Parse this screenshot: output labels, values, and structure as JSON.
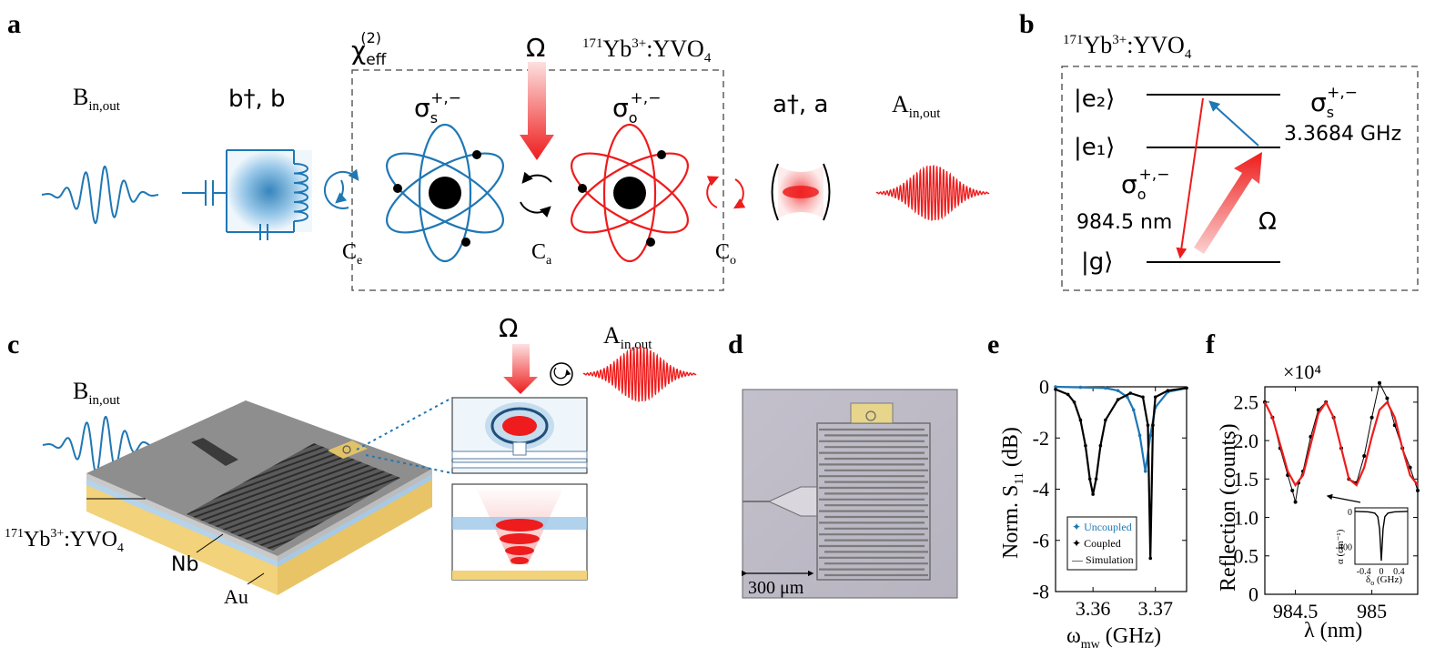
{
  "colors": {
    "blue": "#1f77b4",
    "red": "#ee1c1c",
    "black": "#000000",
    "gold": "#f3d27a",
    "gray_chip": "#8e8e8e"
  },
  "panel_labels": {
    "a": "a",
    "b": "b",
    "c": "c",
    "d": "d",
    "e": "e",
    "f": "f"
  },
  "panel_a": {
    "b_in_out": {
      "main": "B",
      "sub": "in,out"
    },
    "b_dagger": "b†, b",
    "chi": {
      "main": "χ",
      "sub": "eff",
      "sup": "(2)"
    },
    "omega": "Ω",
    "material": {
      "sup": "171",
      "base1": "Yb",
      "sup2": "3+",
      "base2": ":YVO",
      "sub": "4"
    },
    "sigma_s": {
      "main": "σ",
      "sub": "s",
      "sup": "+,−"
    },
    "sigma_o": {
      "main": "σ",
      "sub": "o",
      "sup": "+,−"
    },
    "a_dagger": "a†, a",
    "a_in_out": {
      "main": "A",
      "sub": "in,out"
    },
    "c_e": {
      "main": "C",
      "sub": "e"
    },
    "c_a": {
      "main": "C",
      "sub": "a"
    },
    "c_o": {
      "main": "C",
      "sub": "o"
    }
  },
  "panel_b": {
    "material": {
      "sup": "171",
      "base1": "Yb",
      "sup2": "3+",
      "base2": ":YVO",
      "sub": "4"
    },
    "e2": "|e₂⟩",
    "e1": "|e₁⟩",
    "g": "|g⟩",
    "sigma_s": {
      "main": "σ",
      "sub": "s",
      "sup": "+,−"
    },
    "freq": "3.3684 GHz",
    "sigma_o": {
      "main": "σ",
      "sub": "o",
      "sup": "+,−"
    },
    "wavelength": "984.5 nm",
    "omega": "Ω"
  },
  "panel_c": {
    "omega": "Ω",
    "a_in_out": {
      "main": "A",
      "sub": "in,out"
    },
    "b_in_out": {
      "main": "B",
      "sub": "in,out"
    },
    "material": {
      "sup": "171",
      "base1": "Yb",
      "sup2": "3+",
      "base2": ":YVO",
      "sub": "4"
    },
    "nb": "Nb",
    "au": "Au"
  },
  "panel_d": {
    "scale": "300 μm"
  },
  "panel_e": {
    "ylabel": {
      "main": "Norm. S",
      "sub": "11",
      "tail": " (dB)"
    },
    "xlabel": {
      "main": "ω",
      "sub": "mw",
      "tail": " (GHz)"
    },
    "legend": [
      "Uncoupled",
      "Coupled",
      "Simulation"
    ]
  },
  "panel_f": {
    "ylabel": "Reflection (counts)",
    "xlabel": "λ (nm)",
    "multiplier": "×10⁴",
    "inset": {
      "ylabel": "α (cm⁻¹)",
      "xlabel": {
        "main": "δ",
        "sub": "o",
        "tail": " (GHz)"
      },
      "yticks": [
        "0",
        "-400"
      ],
      "xticks": [
        "-0.4",
        "0",
        "0.4"
      ]
    }
  },
  "chart_data": [
    {
      "type": "line",
      "panel": "e",
      "xlim": [
        3.354,
        3.375
      ],
      "ylim": [
        -8,
        0
      ],
      "xticks": [
        "3.36",
        "3.37"
      ],
      "yticks": [
        "0",
        "-2",
        "-4",
        "-6",
        "-8"
      ],
      "series": [
        {
          "name": "Uncoupled",
          "x": [
            3.354,
            3.358,
            3.362,
            3.364,
            3.3655,
            3.3665,
            3.3675,
            3.3684,
            3.3692,
            3.37,
            3.372,
            3.375
          ],
          "values": [
            0,
            -0.02,
            -0.05,
            -0.15,
            -0.4,
            -0.9,
            -1.9,
            -3.3,
            -1.9,
            -0.8,
            -0.2,
            -0.05
          ]
        },
        {
          "name": "Coupled",
          "x": [
            3.354,
            3.356,
            3.357,
            3.358,
            3.3588,
            3.3595,
            3.36,
            3.3605,
            3.3612,
            3.362,
            3.364,
            3.366,
            3.368,
            3.3688,
            3.3692,
            3.3696,
            3.37,
            3.372,
            3.375
          ],
          "values": [
            -0.1,
            -0.3,
            -0.6,
            -1.3,
            -2.3,
            -3.6,
            -4.2,
            -3.6,
            -2.3,
            -1.3,
            -0.5,
            -0.25,
            -0.4,
            -1.5,
            -6.7,
            -1.5,
            -0.4,
            -0.15,
            -0.05
          ]
        },
        {
          "name": "Simulation",
          "x": [
            3.354,
            3.356,
            3.357,
            3.358,
            3.3588,
            3.3595,
            3.36,
            3.3605,
            3.3612,
            3.362,
            3.364,
            3.366,
            3.368,
            3.3688,
            3.3692,
            3.3696,
            3.37,
            3.372,
            3.375
          ],
          "values": [
            -0.1,
            -0.3,
            -0.6,
            -1.3,
            -2.3,
            -3.6,
            -4.2,
            -3.6,
            -2.3,
            -1.3,
            -0.5,
            -0.25,
            -0.4,
            -1.5,
            -6.7,
            -1.5,
            -0.4,
            -0.15,
            -0.05
          ]
        }
      ]
    },
    {
      "type": "line",
      "panel": "f",
      "xlim": [
        984.3,
        985.3
      ],
      "ylim": [
        0,
        2.7
      ],
      "xticks": [
        "984.5",
        "985"
      ],
      "yticks": [
        "0",
        "0.5",
        "1.0",
        "1.5",
        "2.0",
        "2.5"
      ],
      "series": [
        {
          "name": "data",
          "x": [
            984.3,
            984.35,
            984.4,
            984.45,
            984.48,
            984.5,
            984.52,
            984.55,
            984.6,
            984.65,
            984.7,
            984.75,
            984.8,
            984.85,
            984.9,
            984.95,
            985.0,
            985.05,
            985.1,
            985.15,
            985.2,
            985.25,
            985.3
          ],
          "values": [
            2.5,
            2.3,
            1.9,
            1.55,
            1.35,
            1.2,
            1.45,
            1.6,
            2.05,
            2.4,
            2.5,
            2.3,
            1.9,
            1.5,
            1.45,
            1.8,
            2.3,
            2.75,
            2.55,
            2.2,
            1.9,
            1.65,
            1.35
          ]
        },
        {
          "name": "fit",
          "x": [
            984.3,
            984.35,
            984.4,
            984.45,
            984.5,
            984.55,
            984.6,
            984.65,
            984.7,
            984.75,
            984.8,
            984.85,
            984.9,
            984.95,
            985.0,
            985.05,
            985.1,
            985.15,
            985.2,
            985.25,
            985.3
          ],
          "values": [
            2.5,
            2.3,
            1.95,
            1.6,
            1.42,
            1.55,
            1.95,
            2.35,
            2.5,
            2.3,
            1.9,
            1.5,
            1.42,
            1.65,
            2.05,
            2.4,
            2.5,
            2.3,
            1.9,
            1.55,
            1.42
          ]
        }
      ]
    },
    {
      "type": "line",
      "panel": "f-inset",
      "xlim": [
        -0.6,
        0.6
      ],
      "ylim": [
        -600,
        40
      ],
      "series": [
        {
          "name": "absorption",
          "x": [
            -0.6,
            -0.3,
            -0.15,
            -0.08,
            -0.04,
            0,
            0.04,
            0.08,
            0.15,
            0.3,
            0.6
          ],
          "values": [
            0,
            -5,
            -20,
            -60,
            -200,
            -560,
            -200,
            -60,
            -20,
            -5,
            0
          ]
        }
      ]
    }
  ]
}
